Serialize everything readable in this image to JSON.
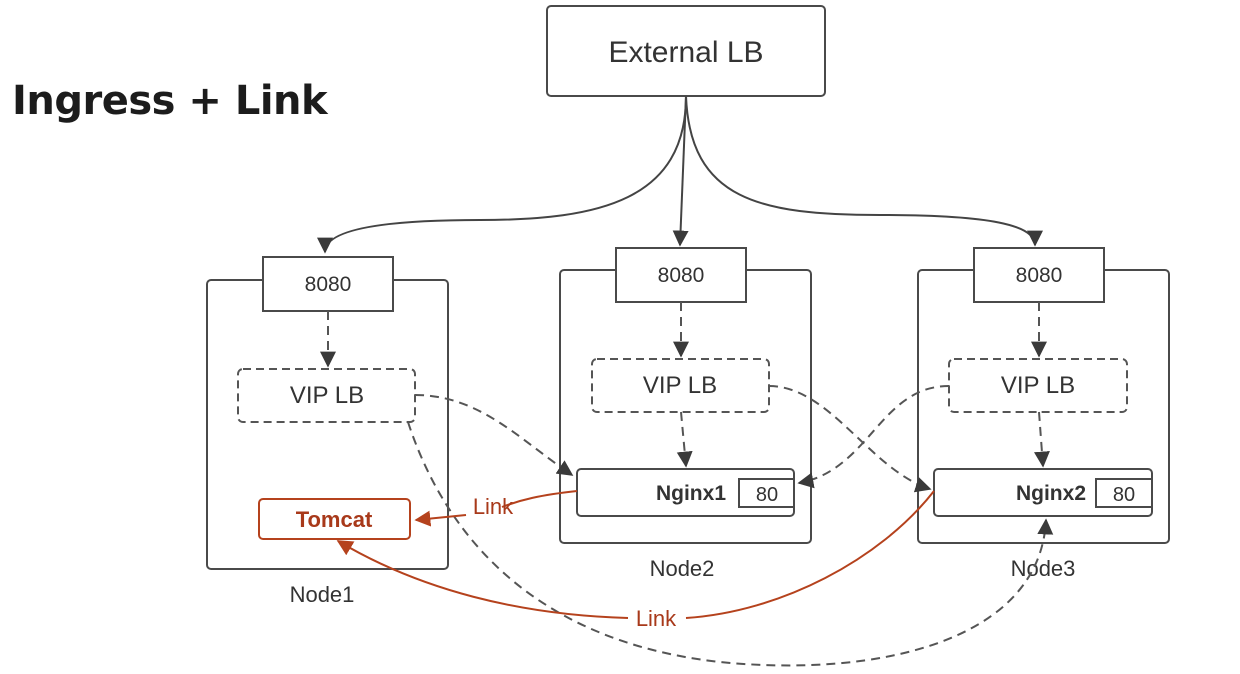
{
  "title": "Ingress + Link",
  "external_lb": {
    "label": "External LB"
  },
  "nodes": [
    {
      "name": "Node1",
      "port": "8080",
      "vip": "VIP LB",
      "service": "Tomcat"
    },
    {
      "name": "Node2",
      "port": "8080",
      "vip": "VIP LB",
      "service": "Nginx1",
      "service_port": "80"
    },
    {
      "name": "Node3",
      "port": "8080",
      "vip": "VIP LB",
      "service": "Nginx2",
      "service_port": "80"
    }
  ],
  "links": [
    {
      "from": "Nginx1",
      "to": "Tomcat",
      "label": "Link"
    },
    {
      "from": "Nginx2",
      "to": "Tomcat",
      "label": "Link"
    }
  ],
  "colors": {
    "link": "#b5421d",
    "line": "#444444"
  }
}
